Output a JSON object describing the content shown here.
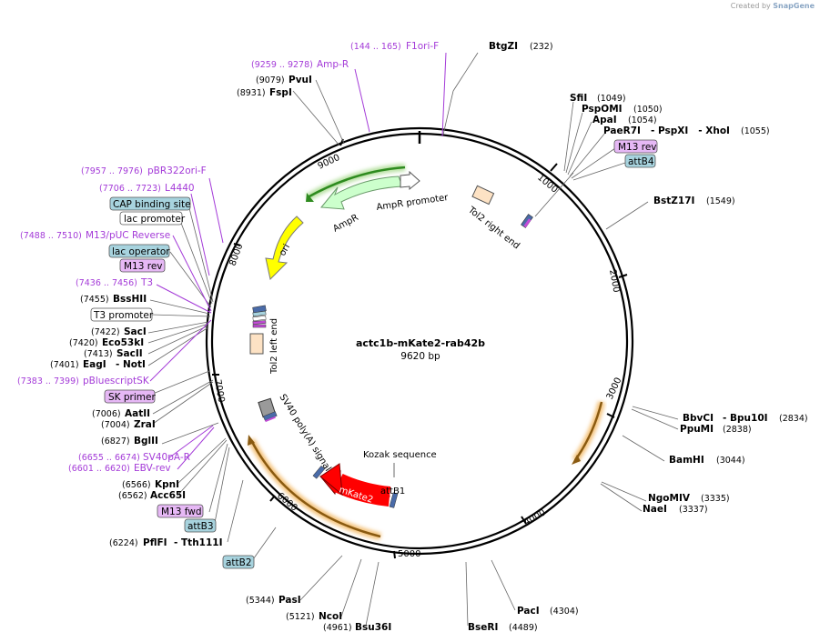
{
  "credit": {
    "prefix": "Created by",
    "brand": "SnapGene"
  },
  "plasmid": {
    "name": "actc1b-mKate2-rab42b",
    "length_label": "9620 bp",
    "length": 9620
  },
  "ticks": [
    "1000",
    "2000",
    "3000",
    "4000",
    "5000",
    "6000",
    "7000",
    "8000",
    "9000"
  ],
  "enzymes": [
    {
      "name": "BtgZI",
      "pos": "(232)"
    },
    {
      "name": "SfiI",
      "pos": "(1049)"
    },
    {
      "name": "PspOMI",
      "pos": "(1050)"
    },
    {
      "name": "ApaI",
      "pos": "(1054)"
    },
    {
      "name": "PaeR7I",
      "extra": "- PspXI   - XhoI",
      "pos": "(1055)"
    },
    {
      "name": "BstZ17I",
      "pos": "(1549)"
    },
    {
      "name": "BbvCI",
      "extra": "- Bpu10I",
      "pos": "(2834)"
    },
    {
      "name": "PpuMI",
      "pos": "(2838)"
    },
    {
      "name": "BamHI",
      "pos": "(3044)"
    },
    {
      "name": "NgoMIV",
      "pos": "(3335)"
    },
    {
      "name": "NaeI",
      "pos": "(3337)"
    },
    {
      "name": "PacI",
      "pos": "(4304)"
    },
    {
      "name": "BseRI",
      "pos": "(4489)"
    },
    {
      "name": "Bsu36I",
      "pos": "(4961)"
    },
    {
      "name": "NcoI",
      "pos": "(5121)"
    },
    {
      "name": "PasI",
      "pos": "(5344)"
    },
    {
      "name": "PflFI",
      "extra": "- Tth111I",
      "pos": "(6224)"
    },
    {
      "name": "Acc65I",
      "pos": "(6562)"
    },
    {
      "name": "KpnI",
      "pos": "(6566)"
    },
    {
      "name": "BglII",
      "pos": "(6827)"
    },
    {
      "name": "ZraI",
      "pos": "(7004)"
    },
    {
      "name": "AatII",
      "pos": "(7006)"
    },
    {
      "name": "EagI",
      "extra": "- NotI",
      "pos": "(7401)"
    },
    {
      "name": "SacII",
      "pos": "(7413)"
    },
    {
      "name": "Eco53kI",
      "pos": "(7420)"
    },
    {
      "name": "SacI",
      "pos": "(7422)"
    },
    {
      "name": "BssHII",
      "pos": "(7455)"
    },
    {
      "name": "PvuI",
      "pos": "(9079)"
    },
    {
      "name": "FspI",
      "pos": "(8931)"
    }
  ],
  "primers": [
    {
      "name": "F1ori-F",
      "range": "(144 .. 165)"
    },
    {
      "name": "Amp-R",
      "range": "(9259 .. 9278)"
    },
    {
      "name": "pBR322ori-F",
      "range": "(7957 .. 7976)"
    },
    {
      "name": "L4440",
      "range": "(7706 .. 7723)"
    },
    {
      "name": "M13/pUC Reverse",
      "range": "(7488 .. 7510)"
    },
    {
      "name": "T3",
      "range": "(7436 .. 7456)"
    },
    {
      "name": "pBluescriptSK",
      "range": "(7383 .. 7399)"
    },
    {
      "name": "SV40pA-R",
      "range": "(6655 .. 6674)"
    },
    {
      "name": "EBV-rev",
      "range": "(6601 .. 6620)"
    }
  ],
  "boxed_features": [
    {
      "name": "M13 rev",
      "style": "primer"
    },
    {
      "name": "attB4",
      "style": "att"
    },
    {
      "name": "CAP binding site",
      "style": "site"
    },
    {
      "name": "lac promoter",
      "style": "white"
    },
    {
      "name": "lac operator",
      "style": "att"
    },
    {
      "name": "M13 rev",
      "style": "primer"
    },
    {
      "name": "T3 promoter",
      "style": "white"
    },
    {
      "name": "SK primer",
      "style": "primer"
    },
    {
      "name": "M13 fwd",
      "style": "primer"
    },
    {
      "name": "attB3",
      "style": "att"
    },
    {
      "name": "attB2",
      "style": "att"
    }
  ],
  "features": {
    "ampr": "AmpR",
    "ampr_promoter": "AmpR promoter",
    "tol2_right": "Tol2 right end",
    "ori": "ori",
    "tol2_left": "Tol2 left end",
    "sv40": "SV40 poly(A) signal",
    "kozak": "Kozak sequence",
    "attb1": "attB1",
    "mkate2": "mKate2"
  },
  "colors": {
    "ampr": "#ccffcc",
    "ori": "#ffff00",
    "mkate2": "#ff0000",
    "primer": "#a43bd8",
    "att_box": "#a7d3de",
    "primer_box": "#e6b8f5",
    "site_box": "#a7d3de",
    "orange": "#f4a632",
    "green": "#2e8b1f"
  }
}
